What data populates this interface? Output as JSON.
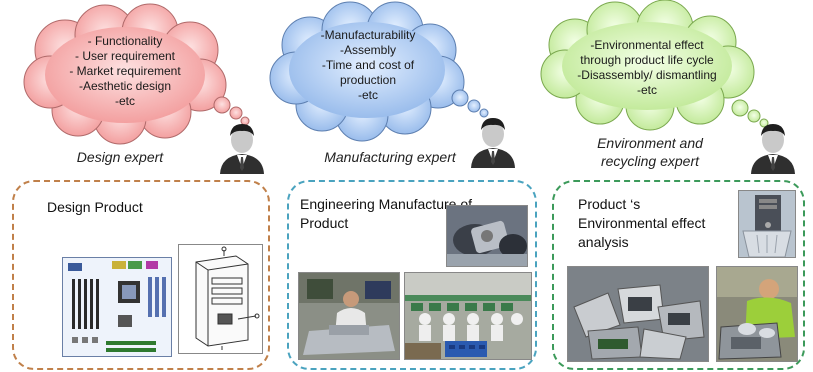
{
  "experts": [
    {
      "cloud_lines": [
        "- Functionality",
        "- User requirement",
        "- Market requirement",
        "-Aesthetic design",
        "-etc"
      ],
      "label_lines": [
        "Design expert"
      ],
      "cloud_color": "#f4a7a7",
      "box_title_lines": [
        "Design Product"
      ],
      "box_color": "#c0804a"
    },
    {
      "cloud_lines": [
        "-Manufacturability",
        "-Assembly",
        "-Time and cost of",
        "production",
        "-etc"
      ],
      "label_lines": [
        "Manufacturing expert"
      ],
      "cloud_color": "#a9c7ee",
      "box_title_lines": [
        "Engineering Manufacture of",
        "Product"
      ],
      "box_color": "#4aa3bf"
    },
    {
      "cloud_lines": [
        "-Environmental effect",
        "through product life cycle",
        "-Disassembly/ dismantling",
        "-etc"
      ],
      "label_lines": [
        "Environment and",
        "recycling expert"
      ],
      "cloud_color": "#cdeea8",
      "box_title_lines": [
        "Product ‘s",
        "Environmental effect",
        "analysis"
      ],
      "box_color": "#3c9a5a"
    }
  ],
  "icons": {
    "expert": "businessman-icon"
  }
}
